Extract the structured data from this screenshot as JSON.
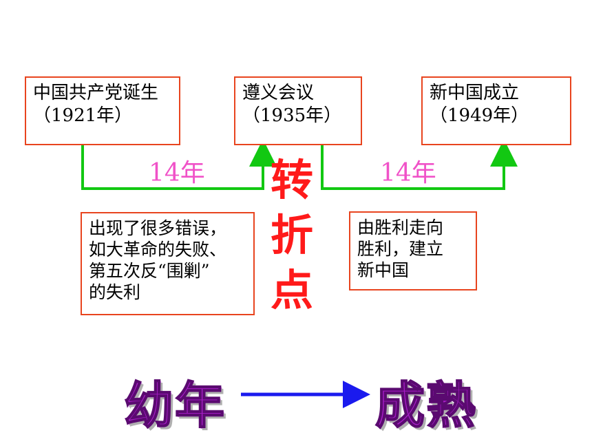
{
  "events": [
    {
      "name": "中国共产党诞生",
      "year": "（1921年）"
    },
    {
      "name": "遵义会议",
      "year": "（1935年）"
    },
    {
      "name": "新中国成立",
      "year": "（1949年）"
    }
  ],
  "spans": [
    "14年",
    "14年"
  ],
  "turning_point": [
    "转",
    "折",
    "点"
  ],
  "notes": [
    {
      "lines": [
        "出现了很多错误，",
        "如大革命的失败、",
        "第五次反“围剿”",
        "的失利"
      ]
    },
    {
      "lines": [
        "由胜利走向",
        "胜利，建立",
        "新中国"
      ]
    }
  ],
  "stages": {
    "from": "幼年",
    "to": "成熟"
  },
  "colors": {
    "box_border": "#e8441e",
    "connector": "#12c812",
    "span_text": "#f052c8",
    "turning_text": "#ff1a1a",
    "stage_text": "#a81ec8",
    "stage_arrow": "#1a1aee"
  }
}
